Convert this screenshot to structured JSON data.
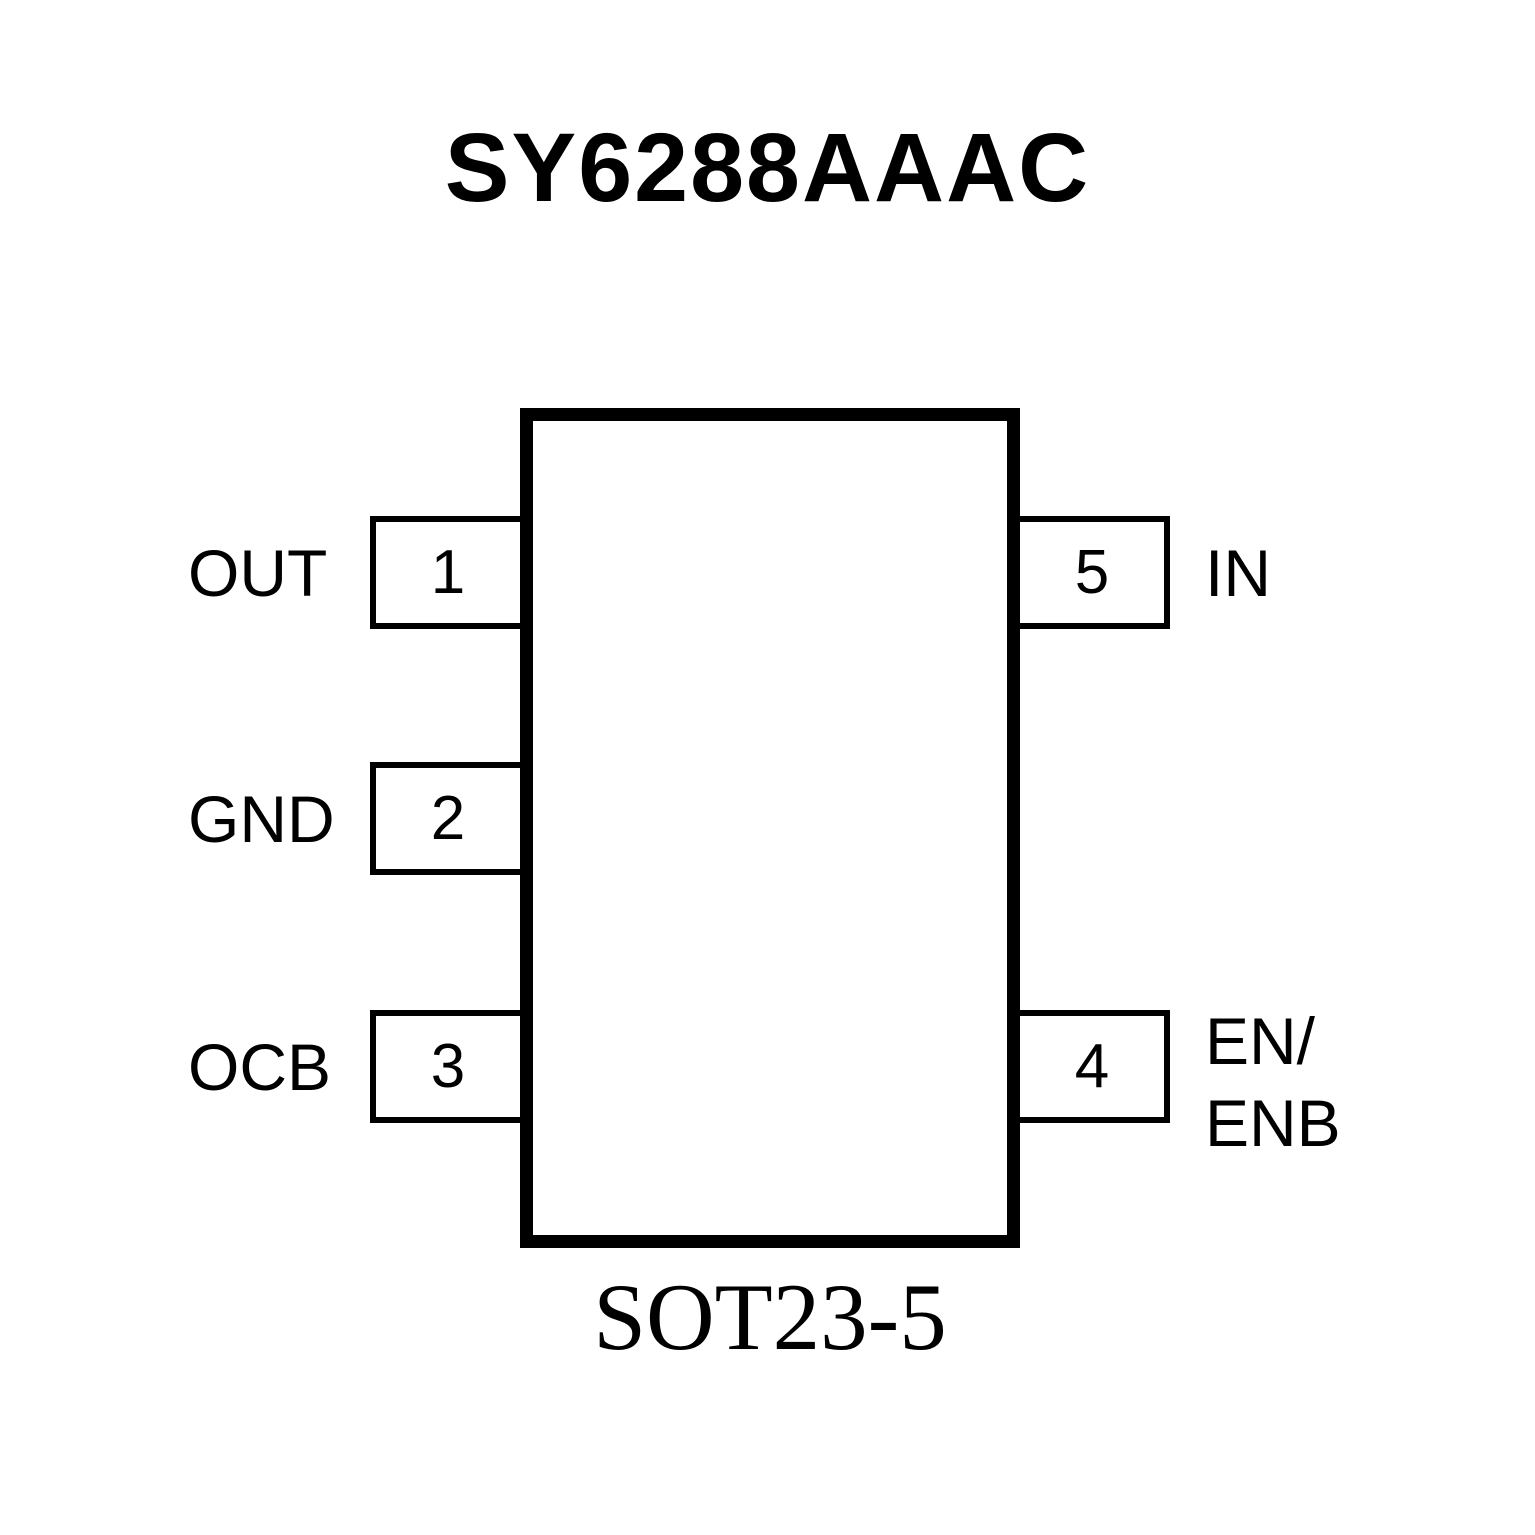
{
  "title": "SY6288AAAC",
  "package_label": "SOT23-5",
  "pins": {
    "left": [
      {
        "number": "1",
        "name": "OUT"
      },
      {
        "number": "2",
        "name": "GND"
      },
      {
        "number": "3",
        "name": "OCB"
      }
    ],
    "right": [
      {
        "number": "5",
        "name": "IN"
      },
      {
        "number": "4",
        "name": "EN/\nENB"
      }
    ]
  },
  "colors": {
    "line": "#000000",
    "background": "#ffffff"
  }
}
